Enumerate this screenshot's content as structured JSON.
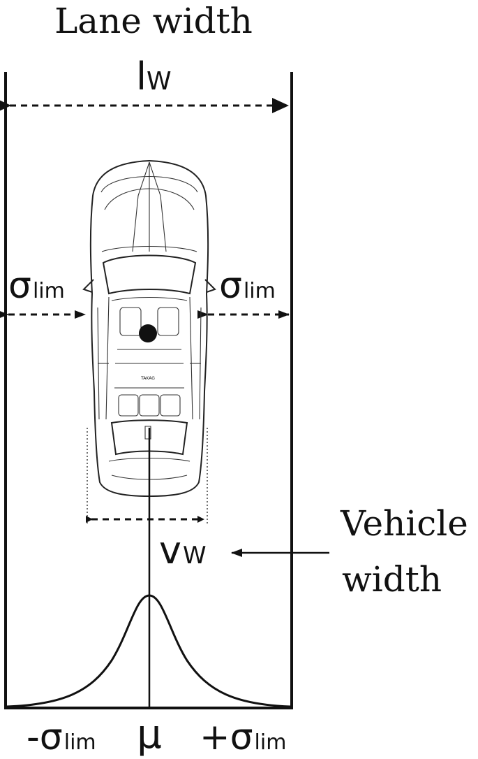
{
  "lane": {
    "title": "Lane width",
    "symbol_main": "l",
    "symbol_sub": "W"
  },
  "margins": {
    "left_main": "σ",
    "left_sub": "lim",
    "right_main": "σ",
    "right_sub": "lim"
  },
  "vehicle": {
    "symbol_main": "v",
    "symbol_sub": "W",
    "label_line1": "Vehicle",
    "label_line2": "width",
    "badge": "TAKAG"
  },
  "distribution": {
    "minus_main": "-σ",
    "minus_sub": "lim",
    "center": "μ",
    "plus_main": "+σ",
    "plus_sub": "lim"
  }
}
